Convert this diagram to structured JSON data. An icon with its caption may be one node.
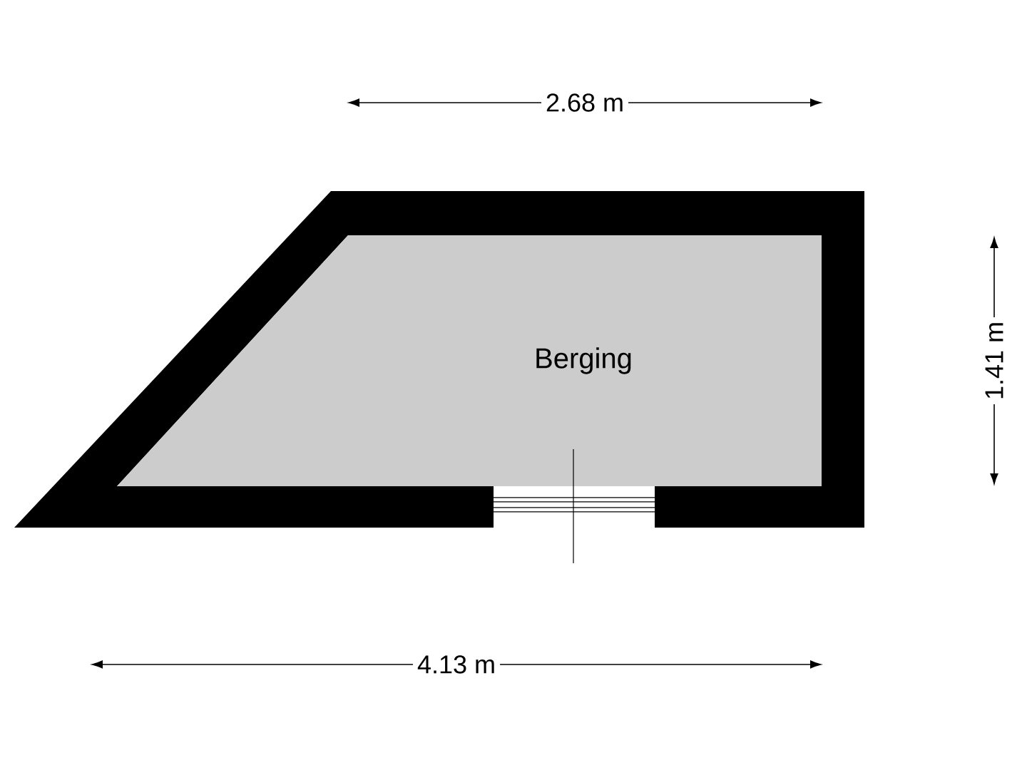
{
  "diagram": {
    "nodes": [
      {
        "text": [
          "Berging"
        ]
      }
    ],
    "labels": [
      "2.68 m",
      "1.41 m",
      "4.13 m"
    ]
  }
}
